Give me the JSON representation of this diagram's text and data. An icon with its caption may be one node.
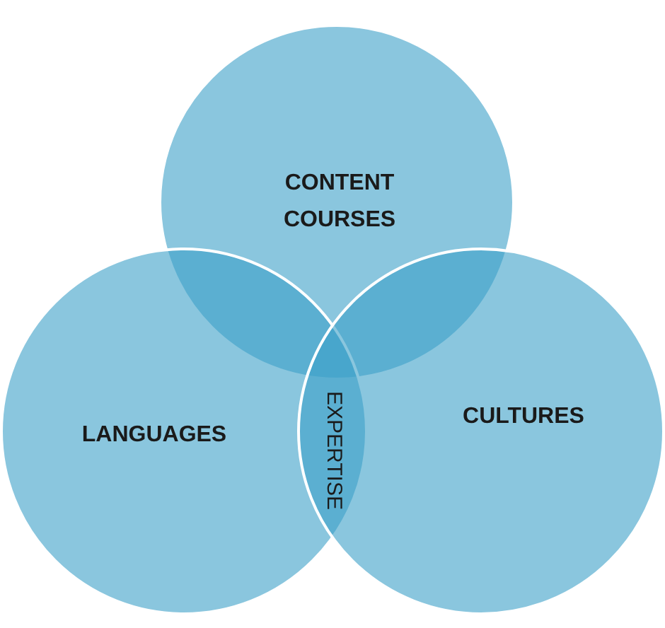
{
  "diagram": {
    "nodes": [
      {
        "text": [
          "CONTENT COURSES"
        ]
      },
      {
        "text": [
          "LANGUAGES"
        ]
      },
      {
        "text": [
          "CULTURES"
        ]
      }
    ],
    "labels": [
      "EXPERTISE"
    ]
  }
}
